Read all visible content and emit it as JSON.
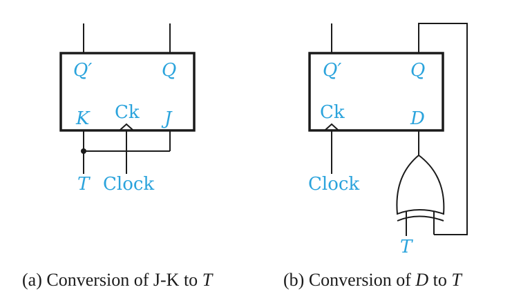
{
  "diagram_a": {
    "pin_qbar": "Q′",
    "pin_q": "Q",
    "pin_k": "K",
    "pin_clock": "Ck",
    "pin_j": "J",
    "input_t": "T",
    "input_clock": "Clock",
    "caption_prefix": "(a) Conversion of J-K to ",
    "caption_var": "T"
  },
  "diagram_b": {
    "pin_qbar": "Q′",
    "pin_q": "Q",
    "pin_clock": "Ck",
    "pin_d": "D",
    "input_clock": "Clock",
    "input_t": "T",
    "caption_prefix": "(b) Conversion of ",
    "caption_var_d": "D",
    "caption_mid": " to ",
    "caption_var_t": "T"
  },
  "colors": {
    "label_blue": "#2aa3dc",
    "line": "#1a1a1a"
  },
  "gate_type": "xor-gate"
}
